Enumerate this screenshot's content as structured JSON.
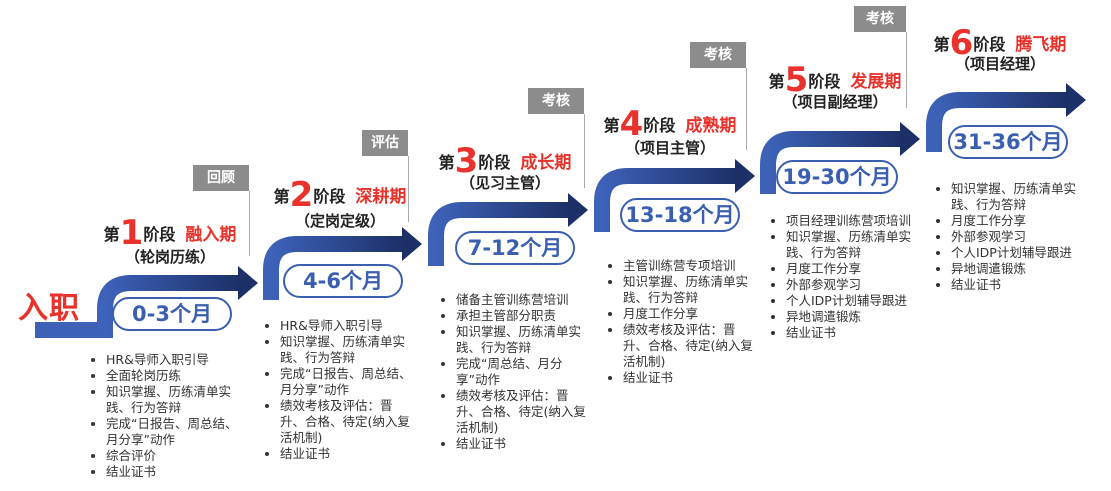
{
  "start_label": "入职",
  "colors": {
    "blue": "#2f4f9e",
    "dark_blue": "#1c2f66",
    "red": "#e8322b",
    "gray": "#8c8c8c"
  },
  "gates": [
    "回顾",
    "评估",
    "考核",
    "考核",
    "考核"
  ],
  "stages": [
    {
      "prefix": "第",
      "num": "1",
      "suffix": "阶段",
      "period": "融入期",
      "role": "（轮岗历练）",
      "duration": "0-3个月",
      "items": [
        "HR&导师入职引导",
        "全面轮岗历练",
        "知识掌握、历练清单实践、行为答辩",
        "完成“日报告、周总结、月分享”动作",
        "综合评价",
        "结业证书"
      ]
    },
    {
      "prefix": "第",
      "num": "2",
      "suffix": "阶段",
      "period": "深耕期",
      "role": "（定岗定级）",
      "duration": "4-6个月",
      "items": [
        "HR&导师入职引导",
        "知识掌握、历练清单实践、行为答辩",
        "完成“日报告、周总结、月分享”动作",
        "绩效考核及评估：晋升、合格、待定(纳入复活机制)",
        "结业证书"
      ]
    },
    {
      "prefix": "第",
      "num": "3",
      "suffix": "阶段",
      "period": "成长期",
      "role": "（见习主管）",
      "duration": "7-12个月",
      "items": [
        "储备主管训练营培训",
        "承担主管部分职责",
        "知识掌握、历练清单实践、行为答辩",
        "完成“周总结、月分享”动作",
        "绩效考核及评估：晋升、合格、待定(纳入复活机制)",
        "结业证书"
      ]
    },
    {
      "prefix": "第",
      "num": "4",
      "suffix": "阶段",
      "period": "成熟期",
      "role": "（项目主管）",
      "duration": "13-18个月",
      "items": [
        "主管训练营专项培训",
        "知识掌握、历练清单实践、行为答辩",
        "月度工作分享",
        "绩效考核及评估：晋升、合格、待定(纳入复活机制)",
        "结业证书"
      ]
    },
    {
      "prefix": "第",
      "num": "5",
      "suffix": "阶段",
      "period": "发展期",
      "role": "（项目副经理）",
      "duration": "19-30个月",
      "items": [
        "项目经理训练营项培训",
        "知识掌握、历练清单实践、行为答辩",
        "月度工作分享",
        "外部参观学习",
        "个人IDP计划辅导跟进",
        "异地调遣锻炼",
        "结业证书"
      ]
    },
    {
      "prefix": "第",
      "num": "6",
      "suffix": "阶段",
      "period": "腾飞期",
      "role": "（项目经理）",
      "duration": "31-36个月",
      "items": [
        "知识掌握、历练清单实践、行为答辩",
        "月度工作分享",
        "外部参观学习",
        "个人IDP计划辅导跟进",
        "异地调遣锻炼",
        "结业证书"
      ]
    }
  ]
}
